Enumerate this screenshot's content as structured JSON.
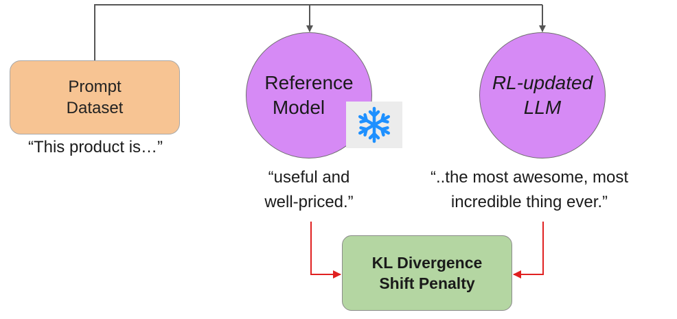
{
  "nodes": {
    "prompt_dataset": {
      "label_line1": "Prompt",
      "label_line2": "Dataset",
      "example": "“This product  is…”"
    },
    "reference_model": {
      "label_line1": "Reference",
      "label_line2": "Model",
      "output_line1": "“useful and",
      "output_line2": "well-priced.”",
      "badge_icon": "snowflake-icon"
    },
    "rl_updated_llm": {
      "label_line1": "RL-updated",
      "label_line2": "LLM",
      "output_line1": "“..the most awesome, most",
      "output_line2": "incredible thing ever.”"
    },
    "kl_penalty": {
      "label_line1": "KL Divergence",
      "label_line2": "Shift Penalty"
    }
  },
  "colors": {
    "prompt_fill": "#f7c493",
    "model_fill": "#d68af5",
    "penalty_fill": "#b4d6a2",
    "prompt_arrows": "#555555",
    "penalty_arrows": "#e02020",
    "snowflake": "#1e90ff"
  }
}
